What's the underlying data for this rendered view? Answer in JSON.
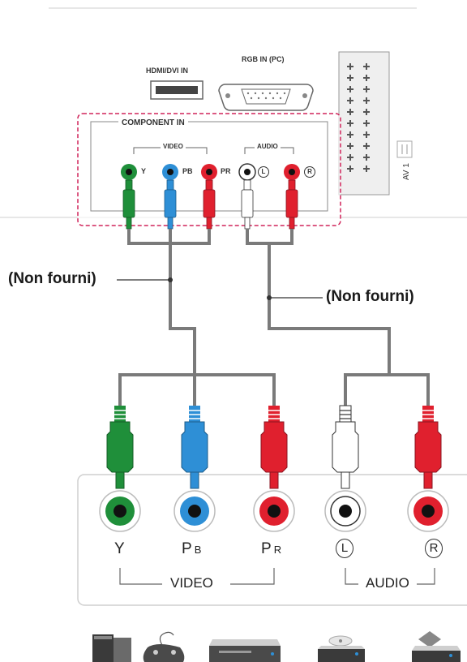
{
  "tv_panel": {
    "hdmi_label": "HDMI/DVI IN",
    "rgb_label": "RGB IN (PC)",
    "component_label": "COMPONENT IN",
    "video_group_label": "VIDEO",
    "audio_group_label": "AUDIO",
    "jack_y": "Y",
    "jack_pb": "PB",
    "jack_pr": "PR",
    "jack_l": "L",
    "jack_r": "R",
    "av_label": "AV 1"
  },
  "cables": {
    "left_note": "(Non fourni)",
    "right_note": "(Non fourni)"
  },
  "device_panel": {
    "y": "Y",
    "pb_main": "P",
    "pb_sub": "B",
    "pr_main": "P",
    "pr_sub": "R",
    "l": "L",
    "r": "R",
    "video": "VIDEO",
    "audio": "AUDIO"
  },
  "colors": {
    "green": "#1f8f3a",
    "blue": "#2e8fd6",
    "red": "#e0202e",
    "white": "#ffffff",
    "cable": "#7a7a7a",
    "dash": "#d0245a"
  },
  "devices": [
    "game-console-icon",
    "gamepad-icon",
    "dvd-player-icon",
    "disc-player-icon",
    "set-top-box-icon"
  ]
}
